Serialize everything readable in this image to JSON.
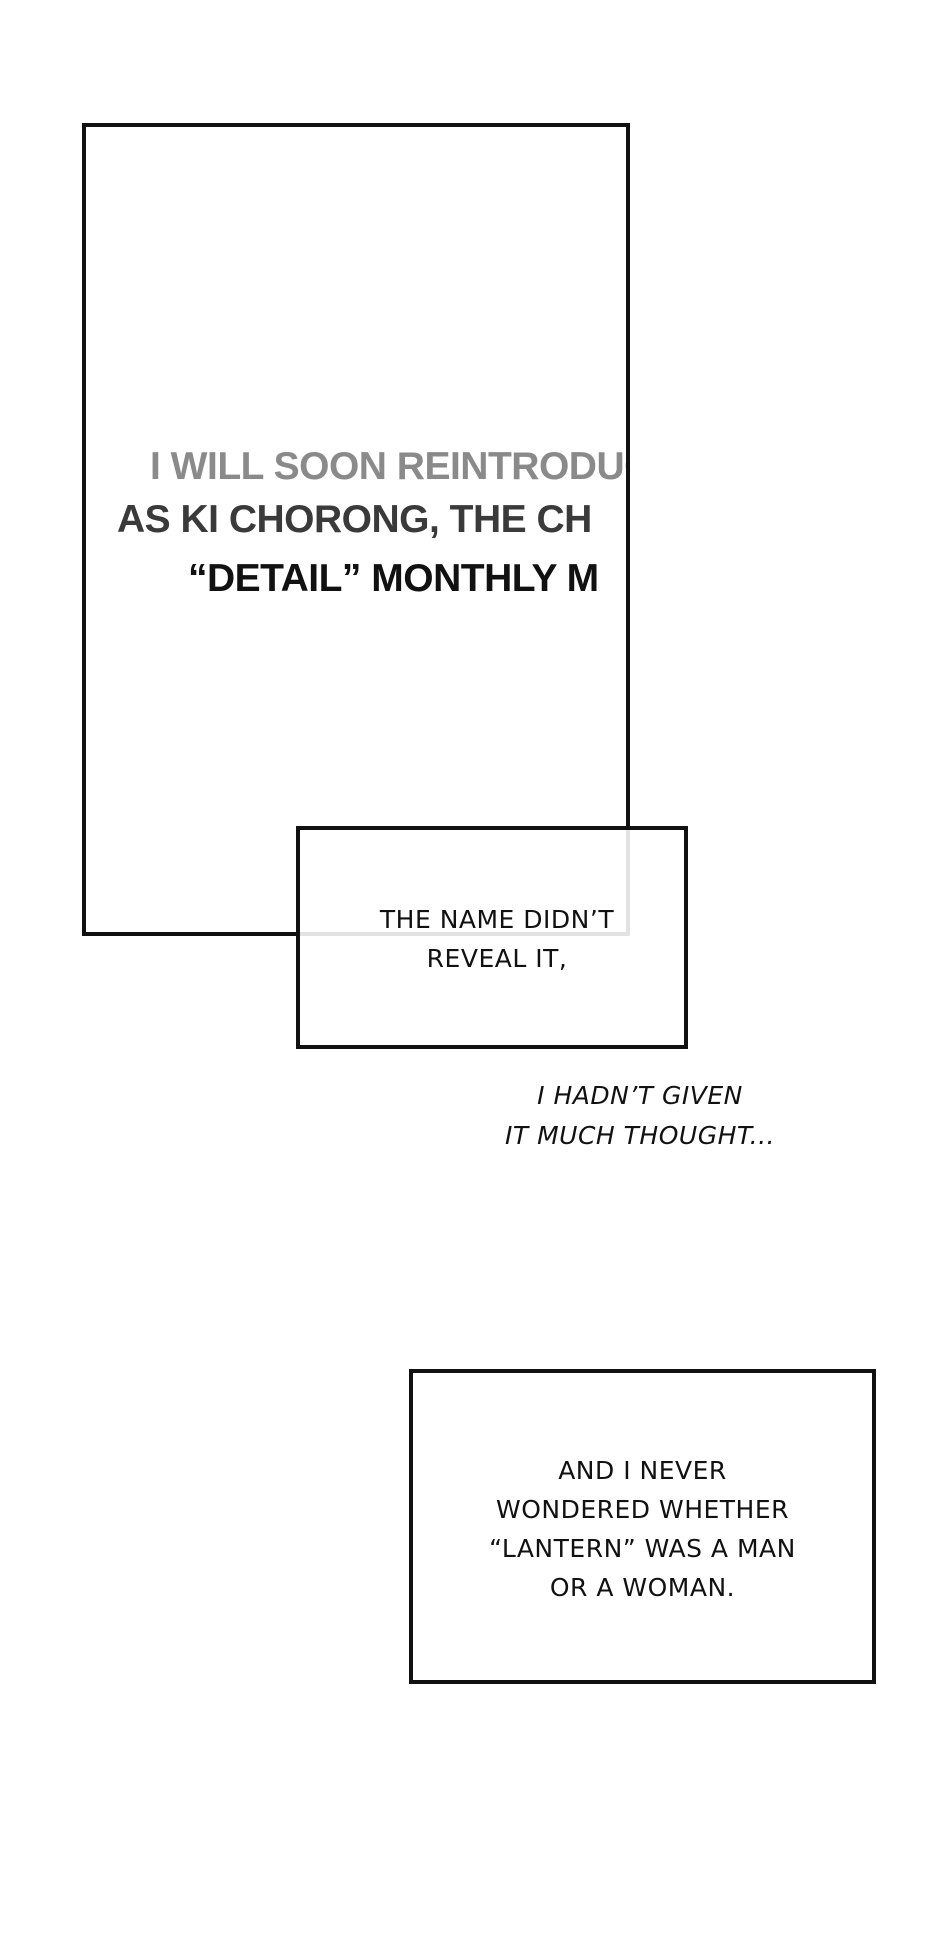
{
  "panel1": {
    "lines": [
      "I WILL SOON REINTRODUCE",
      "AS KI CHORONG, THE CH",
      "“DETAIL” MONTHLY M"
    ]
  },
  "panel2": {
    "lines": [
      "THE NAME DIDN’T",
      "REVEAL IT,"
    ]
  },
  "narration": {
    "lines": [
      "I HADN’T GIVEN",
      "IT MUCH THOUGHT..."
    ]
  },
  "panel3": {
    "lines": [
      "AND I NEVER",
      "WONDERED WHETHER",
      "“LANTERN” WAS A MAN",
      "OR A WOMAN."
    ]
  }
}
